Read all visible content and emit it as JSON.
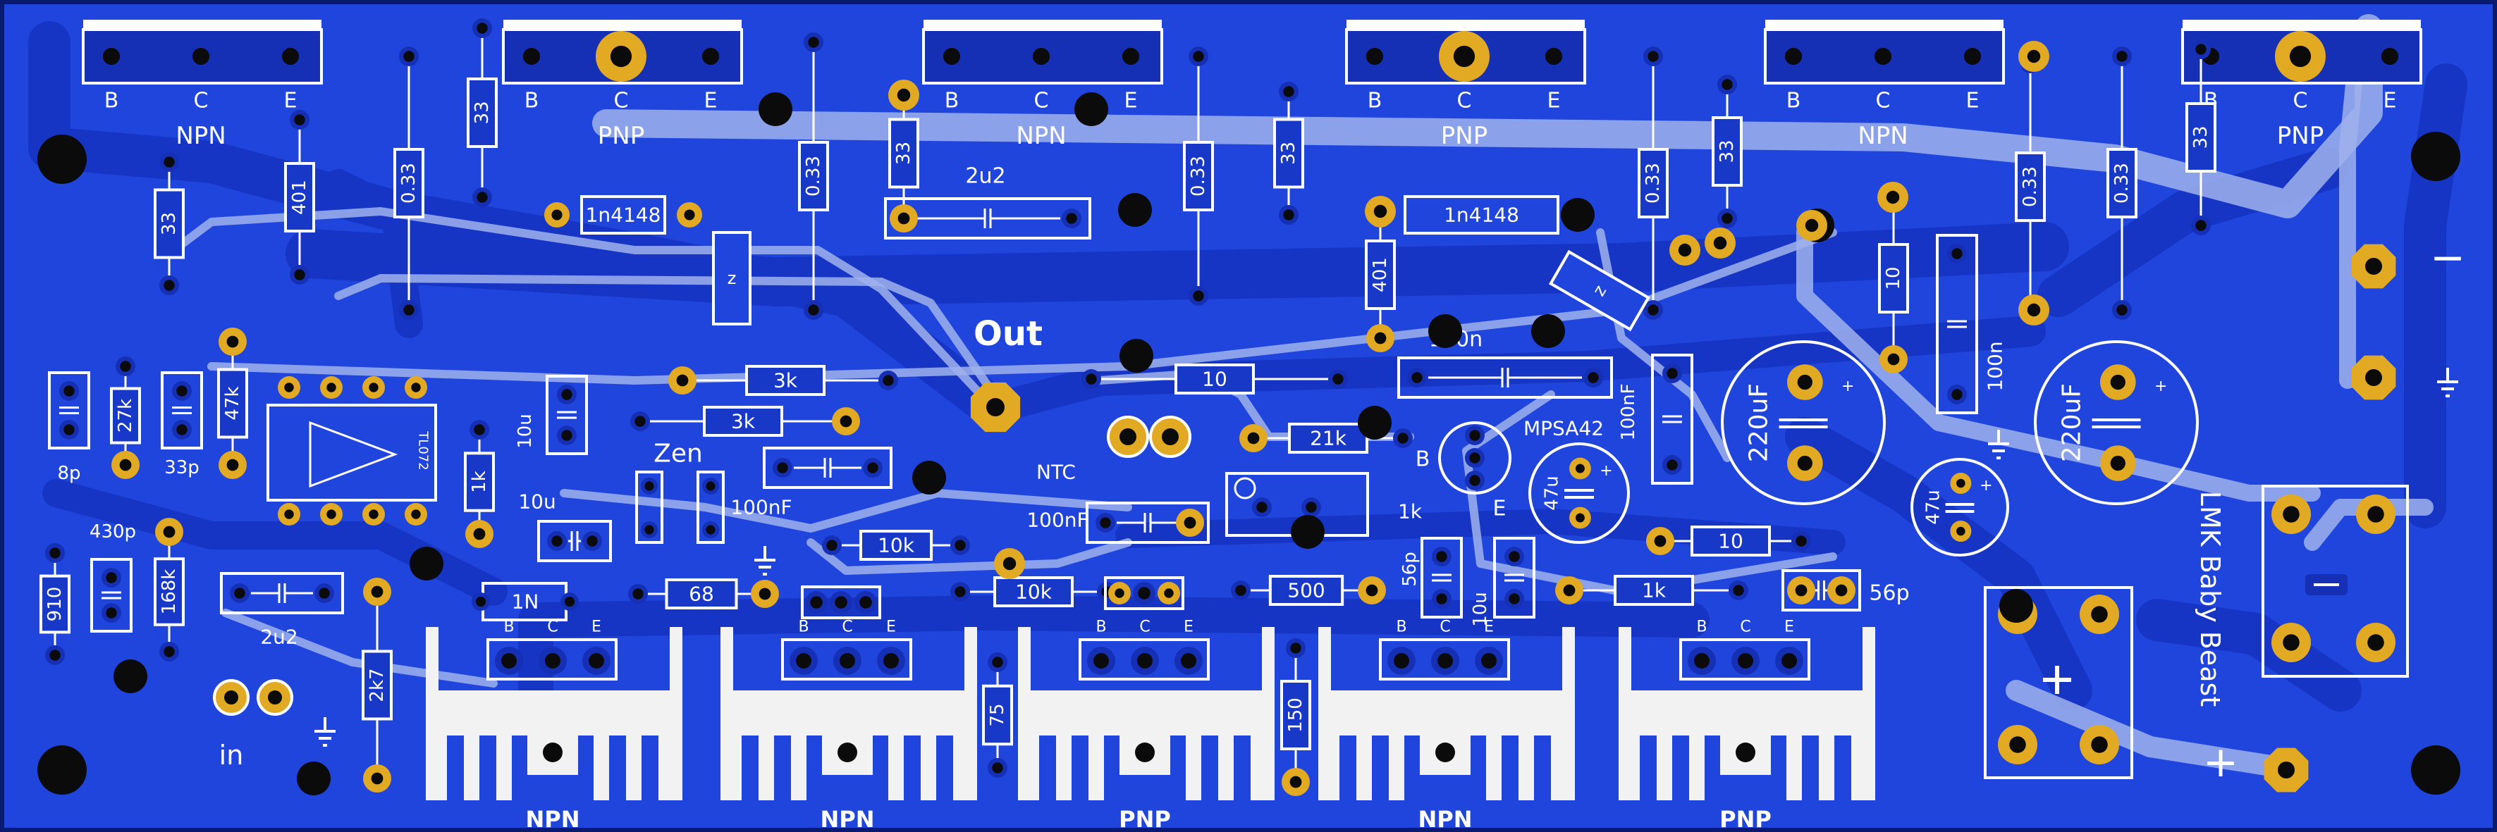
{
  "board": {
    "colors": {
      "substrate": "#1f45dd",
      "trace": "#1838c8",
      "trace_dark": "#1530b4",
      "bridge": "#a9b8ee",
      "silk": "#ffffff",
      "pad": "#e2aa22",
      "hole": "#0b0b0b"
    },
    "title": "LMK Baby Beast",
    "out_label": "Out",
    "in_label": "in",
    "minus_label": "−",
    "plus_label": "+"
  },
  "transistors": [
    {
      "type": "NPN",
      "pins": [
        "B",
        "C",
        "E"
      ]
    },
    {
      "type": "PNP",
      "pins": [
        "B",
        "C",
        "E"
      ]
    },
    {
      "type": "NPN",
      "pins": [
        "B",
        "C",
        "E"
      ]
    },
    {
      "type": "PNP",
      "pins": [
        "B",
        "C",
        "E"
      ]
    },
    {
      "type": "NPN",
      "pins": [
        "B",
        "C",
        "E"
      ]
    },
    {
      "type": "PNP",
      "pins": [
        "B",
        "C",
        "E"
      ]
    }
  ],
  "heatsinks": [
    {
      "type": "NPN",
      "pins": [
        "B",
        "C",
        "E"
      ]
    },
    {
      "type": "NPN",
      "pins": [
        "B",
        "C",
        "E"
      ]
    },
    {
      "type": "PNP",
      "pins": [
        "B",
        "C",
        "E"
      ]
    },
    {
      "type": "NPN",
      "pins": [
        "B",
        "C",
        "E"
      ]
    },
    {
      "type": "PNP",
      "pins": [
        "B",
        "C",
        "E"
      ]
    }
  ],
  "components": {
    "r33": [
      "33",
      "33",
      "33",
      "33",
      "33",
      "33"
    ],
    "r033": [
      "0.33",
      "0.33",
      "0.33",
      "0.33",
      "0.33",
      "0.33"
    ],
    "r401": [
      "401",
      "401"
    ],
    "diodes": [
      "1n4148",
      "1n4148"
    ],
    "cap_2u2_top": "2u2",
    "r3k": [
      "3k",
      "3k"
    ],
    "r10_top": "10",
    "cap_100n": [
      "100n",
      "100n"
    ],
    "r21k": "21k",
    "r1k": [
      "1k",
      "1k",
      "1k"
    ],
    "r10_side": "10",
    "cap_10u": [
      "10u",
      "10u",
      "10u"
    ],
    "zen": "Zen",
    "cap_100nF": [
      "100nF",
      "100nF",
      "100nF"
    ],
    "ntc": "NTC",
    "mpsa42": "MPSA42",
    "mpsa_pins": [
      "B",
      "E"
    ],
    "cap_47u": [
      "47u",
      "47u"
    ],
    "cap_220uF": [
      "220uF",
      "220uF"
    ],
    "left": {
      "c8p": "8p",
      "r27k": "27k",
      "c33p": "33p",
      "r47k": "47k",
      "c430p": "430p",
      "r910": "910",
      "r168k": "168k",
      "c2u2": "2u2",
      "r2k7": "2k7",
      "r1N": "1N",
      "r68": "68",
      "r10k": [
        "10k",
        "10k"
      ]
    },
    "r75": "75",
    "r150": "150",
    "r500": "500",
    "c56p": [
      "56p",
      "56p"
    ],
    "r10_bottom": "10",
    "r1k_bottom": "1k",
    "opamp": "TL072"
  }
}
